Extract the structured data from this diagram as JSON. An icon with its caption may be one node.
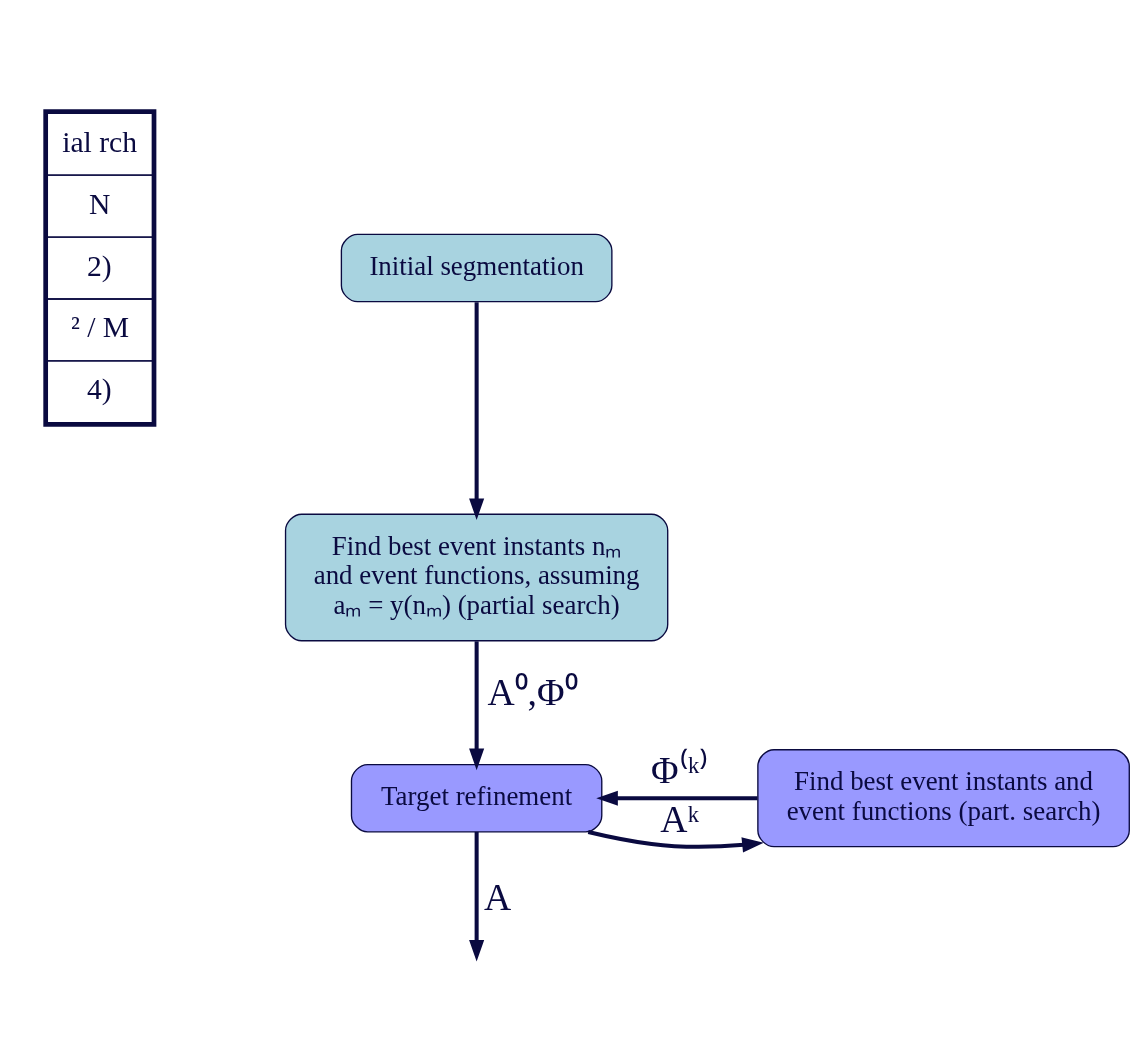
{
  "diagram": {
    "nodes": [
      {
        "text": [
          "Initial segmentation"
        ]
      },
      {
        "text": [
          "Find best event instants nₘ and event functions, assuming aₘ = y(nₘ) (partial search)"
        ]
      },
      {
        "text": [
          "Find best event instants and event functions (part. search)"
        ]
      },
      {
        "text": [
          "Target refinement"
        ]
      }
    ],
    "edges": [
      {
        "from": 0,
        "to": 1,
        "arrow": "to"
      },
      {
        "from": 1,
        "to": 3,
        "arrow": "to",
        "label": "A⁰,Φ⁰"
      },
      {
        "from": 2,
        "to": 3,
        "arrow": "to",
        "label": "Φ⁽ᵏ⁾"
      },
      {
        "from": 3,
        "to": 2,
        "arrow": "to",
        "label": "Aᵏ"
      },
      {
        "from": 3,
        "to": null,
        "arrow": "to",
        "label": "A"
      }
    ],
    "labels": [
      "ial rch",
      "N",
      "2)",
      "² / M",
      "4)"
    ]
  }
}
